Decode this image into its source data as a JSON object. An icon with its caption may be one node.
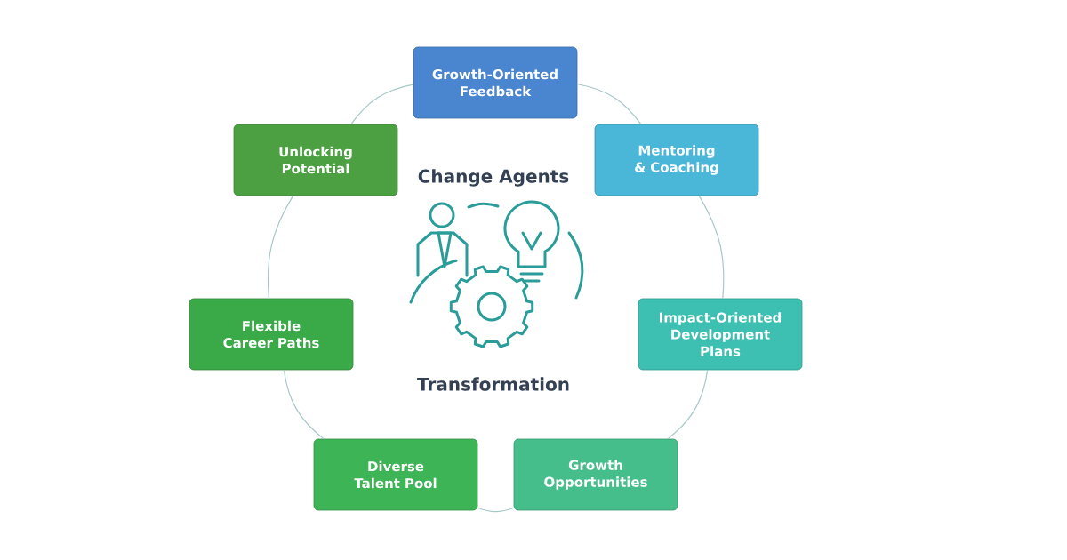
{
  "diagram": {
    "nodes": [
      {
        "text": [
          "Growth-Oriented Feedback"
        ]
      },
      {
        "text": [
          "Mentoring & Coaching"
        ]
      },
      {
        "text": [
          "Impact-Oriented Development Plans"
        ]
      },
      {
        "text": [
          "Growth Opportunities"
        ]
      },
      {
        "text": [
          "Diverse Talent Pool"
        ]
      },
      {
        "text": [
          "Flexible Career Paths"
        ]
      },
      {
        "text": [
          "Unlocking Potential"
        ]
      }
    ],
    "edges": [
      {
        "from": 0,
        "to": 1,
        "arrow": "none"
      },
      {
        "from": 1,
        "to": 2,
        "arrow": "none"
      },
      {
        "from": 2,
        "to": 3,
        "arrow": "none"
      },
      {
        "from": 3,
        "to": 4,
        "arrow": "none"
      },
      {
        "from": 4,
        "to": 5,
        "arrow": "none"
      },
      {
        "from": 5,
        "to": 6,
        "arrow": "none"
      },
      {
        "from": 6,
        "to": 0,
        "arrow": "none"
      }
    ],
    "labels": [
      "Change Agents",
      "Transformation"
    ]
  }
}
